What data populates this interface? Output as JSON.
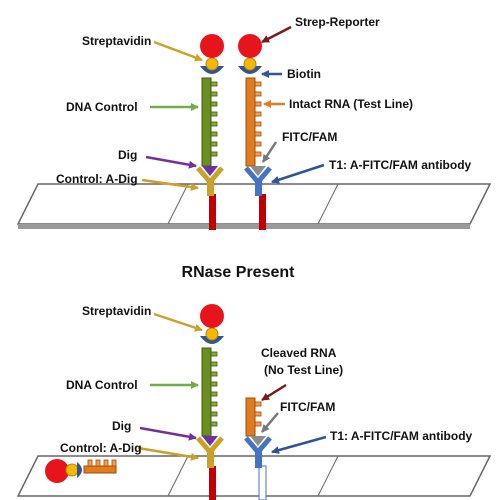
{
  "top_panel": {
    "labels": {
      "streptavidin": "Streptavidin",
      "strep_reporter": "Strep-Reporter",
      "biotin": "Biotin",
      "dna_control": "DNA Control",
      "intact_rna": "Intact RNA (Test Line)",
      "fitc_fam": "FITC/FAM",
      "dig": "Dig",
      "control_adig": "Control: A-Dig",
      "t1_antibody": "T1: A-FITC/FAM antibody"
    }
  },
  "bottom_panel": {
    "title": "RNase Present",
    "labels": {
      "streptavidin": "Streptavidin",
      "cleaved_rna_1": "Cleaved RNA",
      "cleaved_rna_2": "(No Test Line)",
      "dna_control": "DNA Control",
      "fitc_fam": "FITC/FAM",
      "dig": "Dig",
      "control_adig": "Control: A-Dig",
      "t1_antibody": "T1: A-FITC/FAM antibody"
    }
  },
  "colors": {
    "red_reporter": "#e8141c",
    "streptavidin_orange": "#f5b800",
    "biotin_blue": "#2f5597",
    "dna_green": "#6b8e23",
    "rna_orange": "#e07b20",
    "antibody_gold": "#c9a227",
    "antibody_blue": "#4472c4",
    "dig_purple": "#7030a0",
    "arrow_darkred": "#7b1a1a",
    "strip_red": "#c00000",
    "strip_border": "#666666"
  }
}
